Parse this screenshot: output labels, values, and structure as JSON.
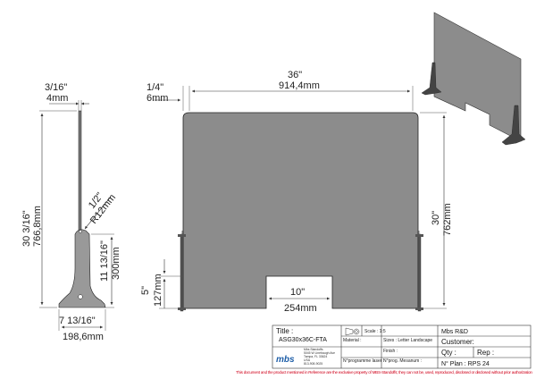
{
  "side_view": {
    "thickness_in": "3/16\"",
    "thickness_mm": "4mm",
    "height_in": "30 3/16\"",
    "height_mm": "766,8mm",
    "radius_in": "1/2\"",
    "radius_mm": "R12mm",
    "foot_height_in": "11 13/16\"",
    "foot_height_mm": "300mm",
    "foot_width_in": "7 13/16\"",
    "foot_width_mm": "198,6mm"
  },
  "front_view": {
    "offset_in": "1/4\"",
    "offset_mm": "6mm",
    "width_in": "36\"",
    "width_mm": "914,4mm",
    "height_in": "30\"",
    "height_mm": "762mm",
    "cutout_height_in": "5\"",
    "cutout_height_mm": "127mm",
    "cutout_width_in": "10\"",
    "cutout_width_mm": "254mm"
  },
  "title_block": {
    "title_label": "Title :",
    "title_value": "ASG30x36C-FTA",
    "company_name": "Mbs Standoffs",
    "address_line1": "5045 W Linebaugh Ave",
    "address_line2": "Tampa, FL 33624",
    "address_line3": "USA",
    "address_line4": "813-908-9025",
    "logo_text": "mbs",
    "scale": "Scale : 1:5",
    "sizes": "Sizes : Letter Landscape",
    "material_label": "Material :",
    "finish_label": "Finish :",
    "program_label": "N°programme laser :",
    "prog_label": "N°prog. Mesanum :",
    "rd": "Mbs R&D",
    "customer": "Customer:",
    "qty": "Qty :",
    "rep": "Rep :",
    "plan_no": "N° Plan : RPS 24"
  },
  "footer_notice": "This document and the product mentioned in Reference are the exclusive property of MBS-Standoffs; they can not be, used, reproduced, disclosed or disclosed without prior authorization",
  "colors": {
    "panel": "#8c8c8c",
    "panel_stroke": "#222222",
    "footer_text": "#d0021b",
    "logo": "#1f5fa8"
  }
}
